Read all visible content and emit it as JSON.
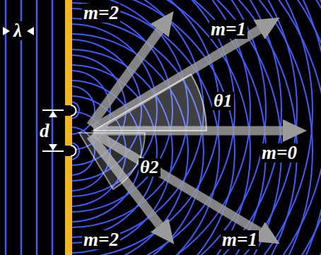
{
  "diagram": {
    "labels": [
      "λ",
      "m=2",
      "m=1",
      "d",
      "θ1",
      "m=0",
      "θ2",
      "m=2",
      "m=1"
    ]
  }
}
